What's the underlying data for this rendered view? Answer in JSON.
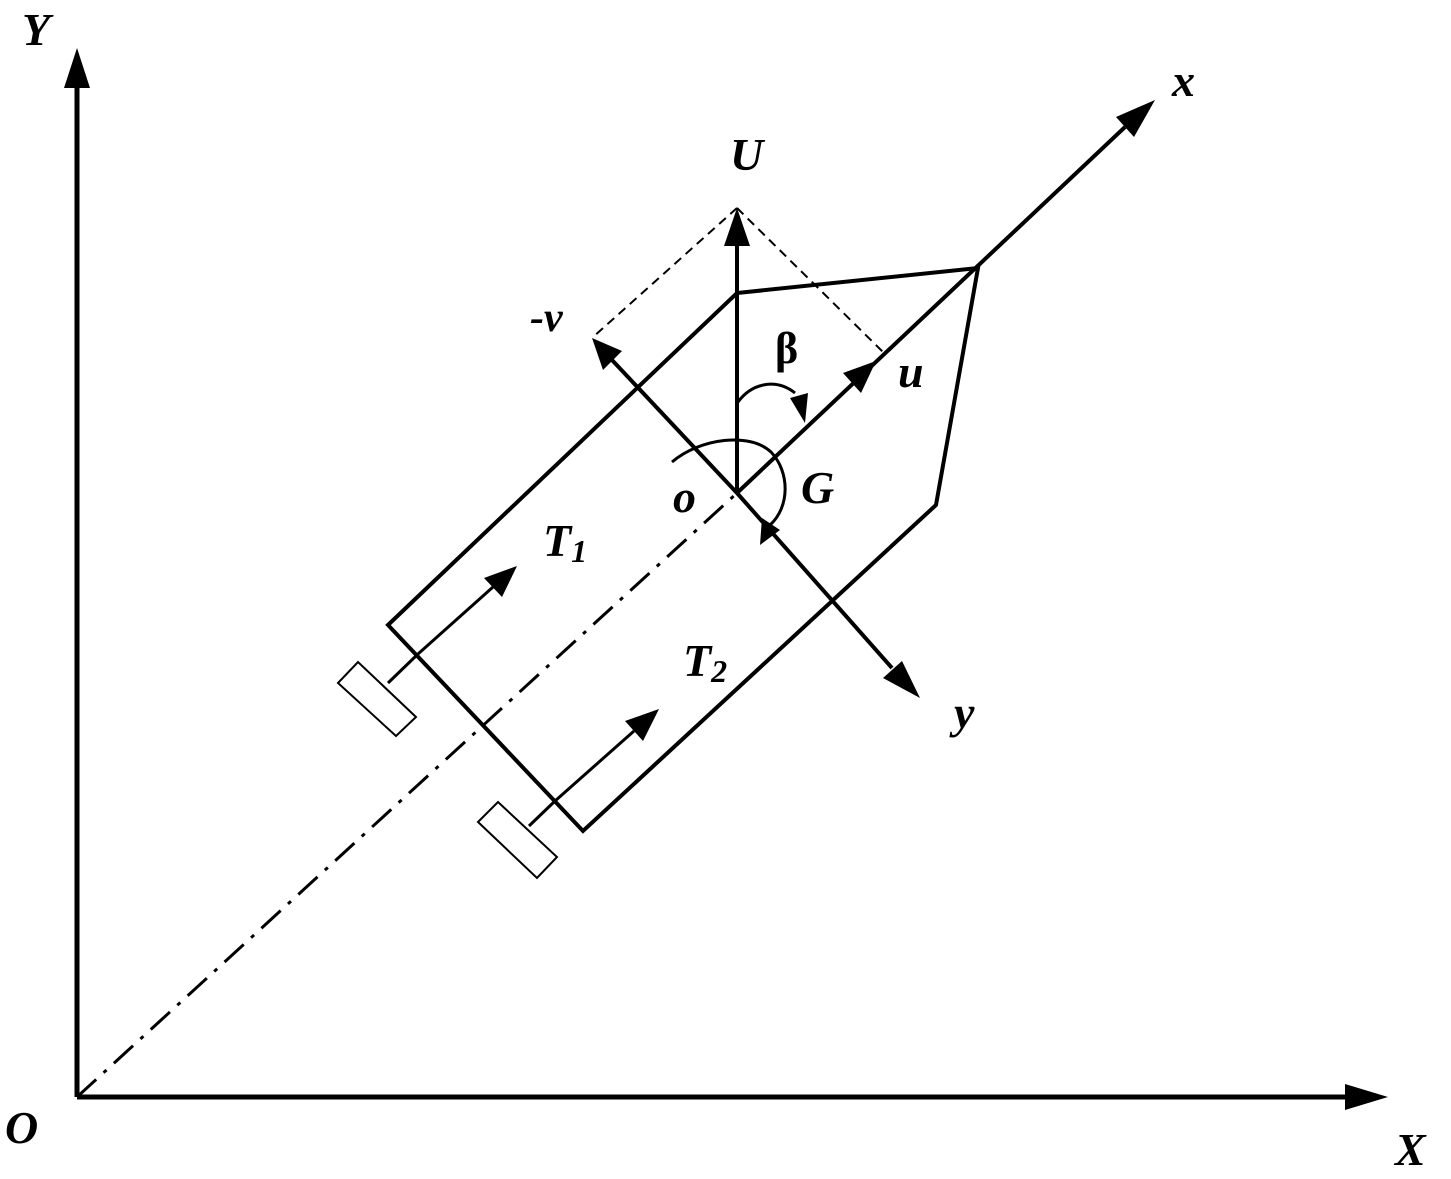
{
  "labels": {
    "Y": "Y",
    "X": "X",
    "O": "O",
    "x": "x",
    "y": "y",
    "U": "U",
    "neg_v": "-v",
    "beta": "β",
    "u": "u",
    "o": "o",
    "G": "G",
    "T": "T",
    "sub1": "1",
    "sub2": "2"
  },
  "colors": {
    "ink": "#000000",
    "background": "#ffffff"
  }
}
